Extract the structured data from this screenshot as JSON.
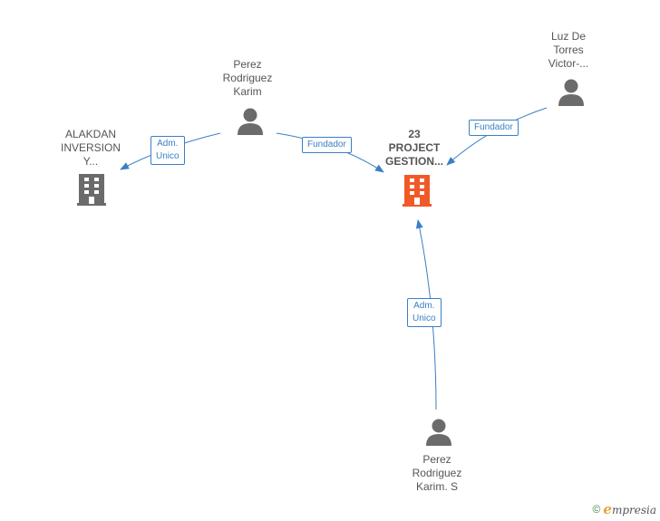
{
  "nodes": {
    "center_company": {
      "lines": [
        "23",
        "PROJECT",
        "GESTION..."
      ],
      "kind": "company",
      "color": "#f05a28"
    },
    "alakdan": {
      "lines": [
        "ALAKDAN",
        "INVERSION",
        "Y..."
      ],
      "kind": "company",
      "color": "#6b6b6b"
    },
    "perez_karim": {
      "lines": [
        "Perez",
        "Rodriguez",
        "Karim"
      ],
      "kind": "person",
      "color": "#6b6b6b"
    },
    "luz_de_torres": {
      "lines": [
        "Luz De",
        "Torres",
        "Victor-..."
      ],
      "kind": "person",
      "color": "#6b6b6b"
    },
    "perez_karim_s": {
      "lines": [
        "Perez",
        "Rodriguez",
        "Karim.  S"
      ],
      "kind": "person",
      "color": "#6b6b6b"
    }
  },
  "edges": {
    "perez_to_alakdan": {
      "lines": [
        "Adm.",
        "Unico"
      ]
    },
    "perez_to_center": {
      "lines": [
        "Fundador"
      ]
    },
    "luz_to_center": {
      "lines": [
        "Fundador"
      ]
    },
    "perez_s_to_center": {
      "lines": [
        "Adm.",
        "Unico"
      ]
    }
  },
  "footer": {
    "copyright": "©",
    "brand_initial": "e",
    "brand_rest": "mpresia"
  },
  "colors": {
    "edge": "#3b7fc4"
  }
}
